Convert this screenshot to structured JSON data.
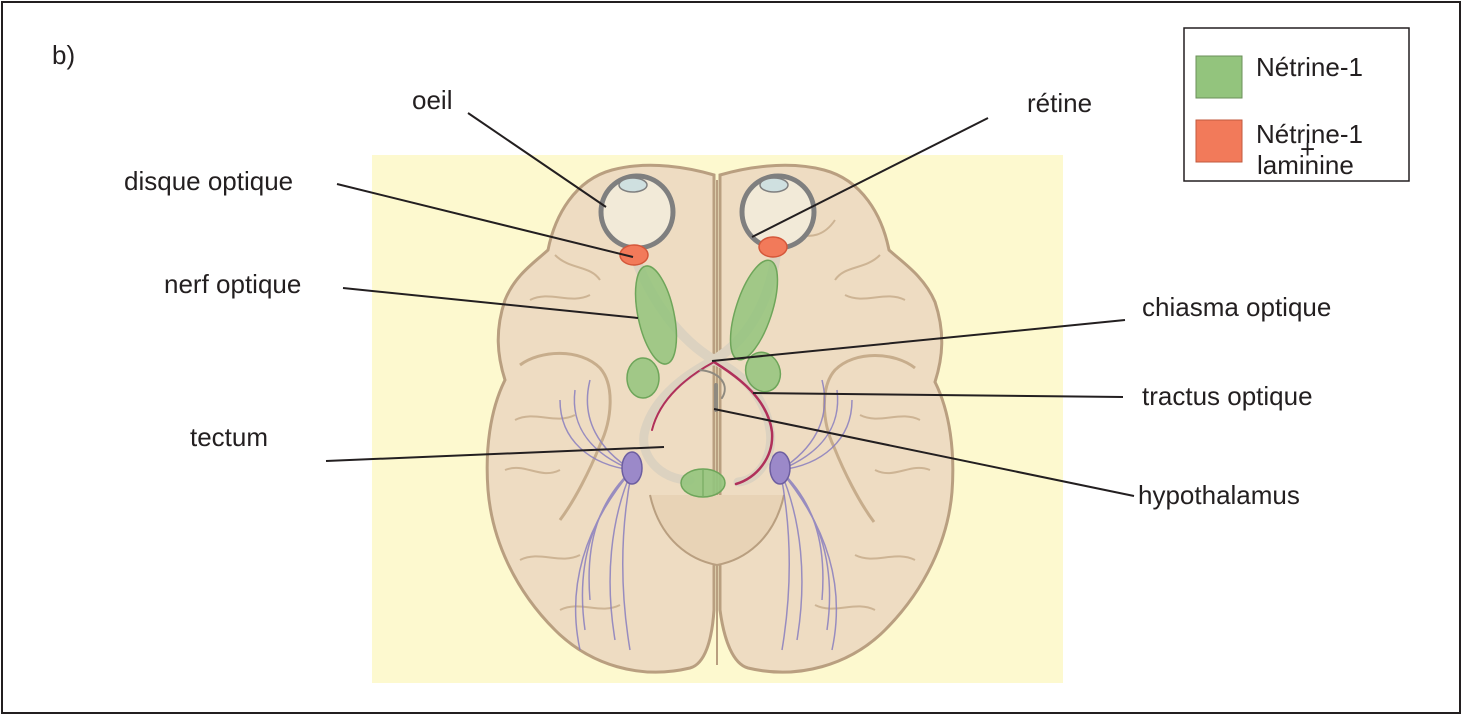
{
  "panel_label": "b)",
  "labels": {
    "oeil": "oeil",
    "retine": "rétine",
    "disque_optique": "disque optique",
    "nerf_optique": "nerf optique",
    "chiasma_optique": "chiasma optique",
    "tractus_optique": "tractus optique",
    "tectum": "tectum",
    "hypothalamus": "hypothalamus"
  },
  "legend": {
    "items": [
      {
        "lines": [
          "Nétrine-1"
        ],
        "color": "#93c47d"
      },
      {
        "lines": [
          "Nétrine-1",
          "+",
          "laminine"
        ],
        "color": "#f27a5a"
      }
    ]
  },
  "colors": {
    "background_panel": "#fdf9cf",
    "brain": "#eedcc2",
    "brain_outline": "#b99f80",
    "netrin": "#93c47d",
    "netrin_laminin": "#f27a5a",
    "fiber_purple": "#8a7fbf",
    "pathway_red": "#b0305a"
  }
}
